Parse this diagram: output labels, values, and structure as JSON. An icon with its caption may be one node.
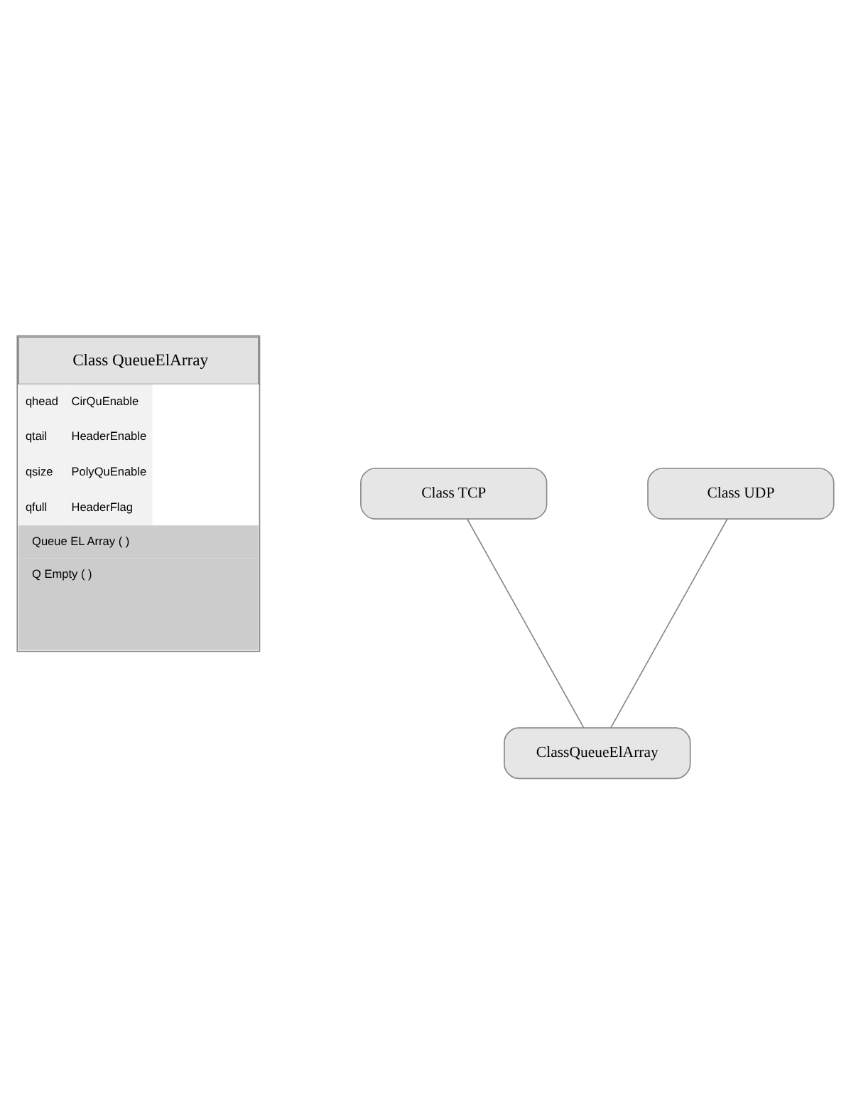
{
  "diagram": {
    "nodes": [
      {
        "text": [
          "Class QueueElArray",
          "qhead",
          "CirQuEnable",
          "qtail",
          "HeaderEnable",
          "qsize",
          "PolyQuEnable",
          "qfull",
          "HeaderFlag",
          "Queue EL Array ( )",
          "Q Empty ( )"
        ]
      },
      {
        "text": [
          "Class TCP"
        ]
      },
      {
        "text": [
          "Class UDP"
        ]
      },
      {
        "text": [
          "ClassQueueElArray"
        ]
      }
    ],
    "edges": [
      {
        "from": 1,
        "to": 3,
        "arrow": "none"
      },
      {
        "from": 2,
        "to": 3,
        "arrow": "none"
      }
    ]
  }
}
